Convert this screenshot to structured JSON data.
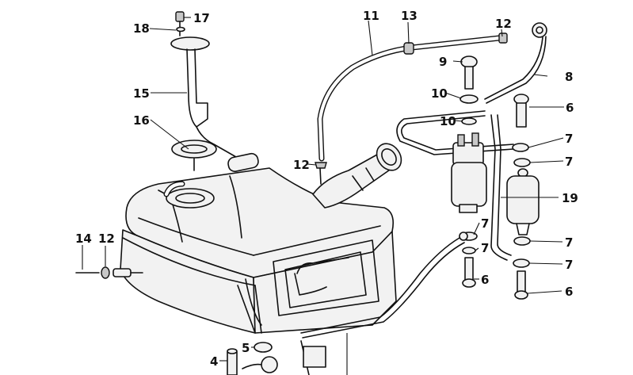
{
  "callouts": {
    "n1": "17",
    "n2": "18",
    "n3": "15",
    "n4": "16",
    "n5": "11",
    "n6": "13",
    "n7": "12",
    "n8": "9",
    "n9": "8",
    "n10": "10",
    "n11": "10",
    "n12": "6",
    "n13": "7",
    "n14": "7",
    "n15": "12",
    "n16": "19",
    "n17": "14",
    "n18": "12",
    "n19": "7",
    "n20": "7",
    "n21": "7",
    "n22": "7",
    "n23": "6",
    "n24": "6",
    "n25": "5",
    "n26": "4"
  }
}
